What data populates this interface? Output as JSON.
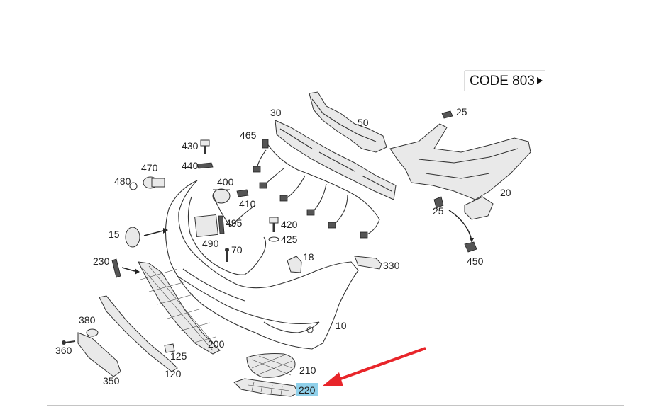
{
  "diagram": {
    "code_box": {
      "text": "CODE 803"
    },
    "highlight_color": "#8fd0ea",
    "arrow_color": "#e8252a",
    "highlighted_part": "220",
    "labels": [
      {
        "id": "l30",
        "text": "30"
      },
      {
        "id": "l50",
        "text": "50"
      },
      {
        "id": "l25a",
        "text": "25"
      },
      {
        "id": "l465",
        "text": "465"
      },
      {
        "id": "l430",
        "text": "430"
      },
      {
        "id": "l440",
        "text": "440"
      },
      {
        "id": "l470",
        "text": "470"
      },
      {
        "id": "l480",
        "text": "480"
      },
      {
        "id": "l400",
        "text": "400"
      },
      {
        "id": "l410",
        "text": "410"
      },
      {
        "id": "l20",
        "text": "20"
      },
      {
        "id": "l25b",
        "text": "25"
      },
      {
        "id": "l15",
        "text": "15"
      },
      {
        "id": "l495",
        "text": "495"
      },
      {
        "id": "l490",
        "text": "490"
      },
      {
        "id": "l420",
        "text": "420"
      },
      {
        "id": "l425",
        "text": "425"
      },
      {
        "id": "l70",
        "text": "70"
      },
      {
        "id": "l18",
        "text": "18"
      },
      {
        "id": "l450",
        "text": "450"
      },
      {
        "id": "l330",
        "text": "330"
      },
      {
        "id": "l230",
        "text": "230"
      },
      {
        "id": "l10",
        "text": "10"
      },
      {
        "id": "l380",
        "text": "380"
      },
      {
        "id": "l360",
        "text": "360"
      },
      {
        "id": "l200",
        "text": "200"
      },
      {
        "id": "l125",
        "text": "125"
      },
      {
        "id": "l120",
        "text": "120"
      },
      {
        "id": "l210",
        "text": "210"
      },
      {
        "id": "l350",
        "text": "350"
      },
      {
        "id": "l220",
        "text": "220"
      }
    ]
  }
}
